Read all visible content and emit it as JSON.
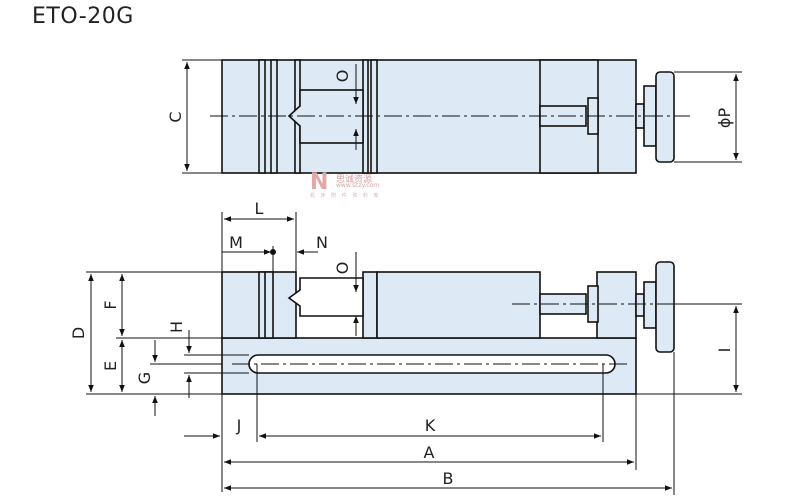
{
  "title": "ETO-20G",
  "labels": {
    "A": "A",
    "B": "B",
    "C": "C",
    "D": "D",
    "E": "E",
    "F": "F",
    "G": "G",
    "H": "H",
    "I": "I",
    "J": "J",
    "K": "K",
    "L": "L",
    "M": "M",
    "N": "N",
    "O_top": "O",
    "O_side": "O",
    "P": "ϕP"
  },
  "watermark": {
    "logo": "N",
    "line1": "思诚资源",
    "line2": "www.sczy.com",
    "line3": "机 床 附 件 资 料 库"
  },
  "colors": {
    "fill": "#ddeaf6",
    "stroke": "#111111"
  }
}
